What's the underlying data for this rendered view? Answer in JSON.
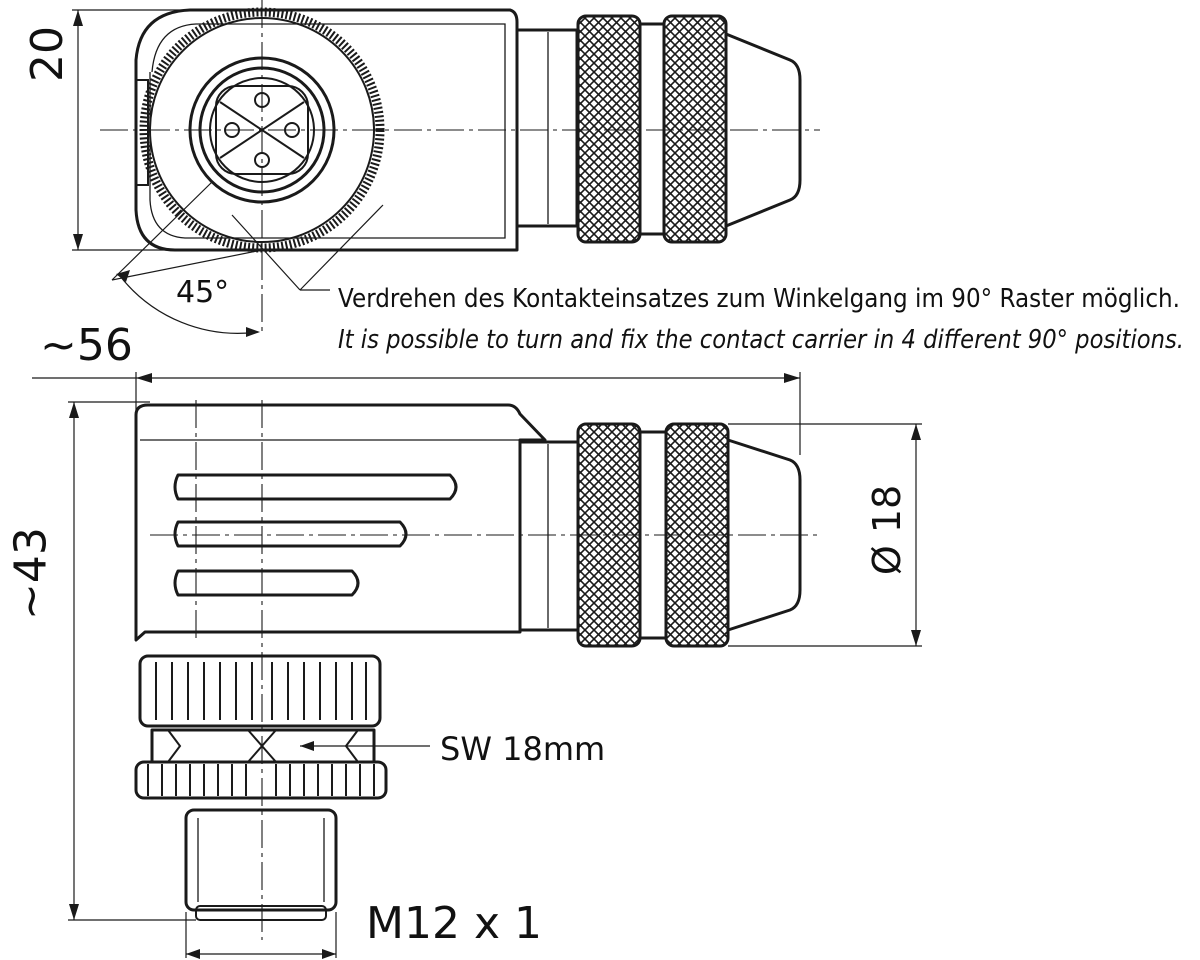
{
  "labels": {
    "height_top": "20",
    "angle": "45°",
    "note_de": "Verdrehen des Kontakteinsatzes zum Winkelgang im 90° Raster möglich.",
    "note_en": "It is possible to turn and fix the contact carrier in 4 different 90° positions.",
    "length": "~56",
    "height_side": "~43",
    "diameter": "Ø 18",
    "wrench": "SW 18mm",
    "thread": "M12 x 1"
  },
  "colors": {
    "line": "#1a1a1a",
    "background": "#ffffff"
  }
}
